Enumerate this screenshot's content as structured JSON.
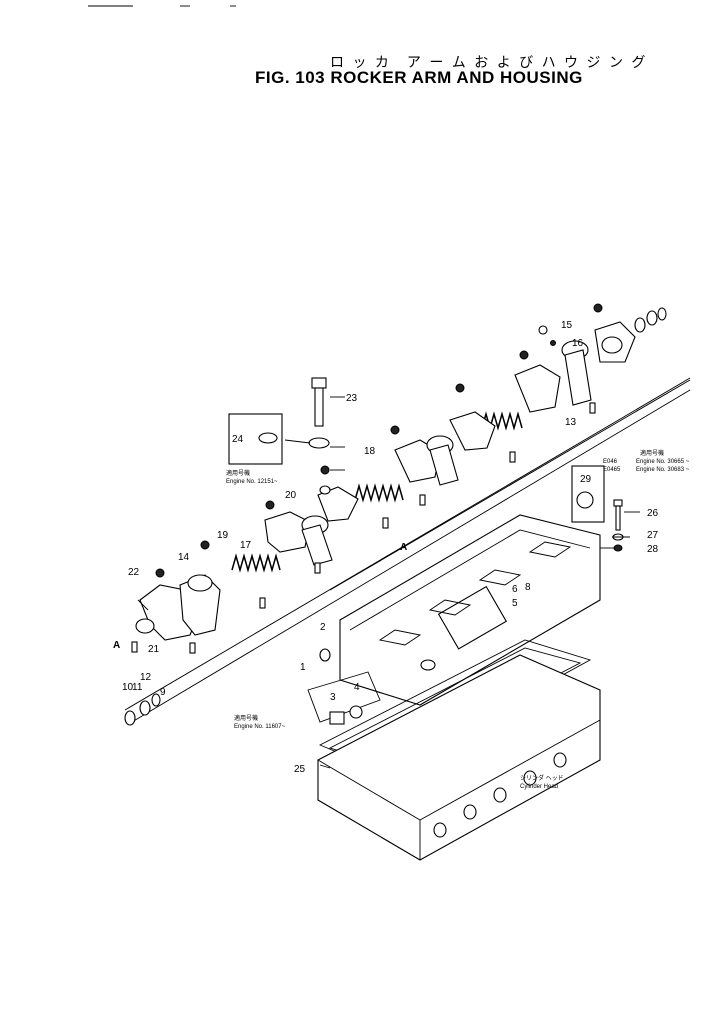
{
  "title": {
    "japanese": "ロ ッ カ　ア ー ム お よ び ハ ウ ジ ン グ",
    "english": "FIG. 103  ROCKER ARM AND HOUSING"
  },
  "callouts": [
    "1",
    "2",
    "3",
    "4",
    "5",
    "6",
    "8",
    "9",
    "10",
    "11",
    "12",
    "13",
    "14",
    "15",
    "16",
    "17",
    "18",
    "19",
    "20",
    "21",
    "22",
    "23",
    "24",
    "25",
    "26",
    "27",
    "28",
    "29"
  ],
  "section_marks": [
    "A",
    "A"
  ],
  "notes": {
    "engine_12151": {
      "jp": "適用号機",
      "text": "Engine No. 12151~"
    },
    "engine_11607": {
      "jp": "適用号機",
      "text": "Engine No. 11607~"
    },
    "applicability": {
      "jp": "適用号機",
      "rows": [
        {
          "model": "E046",
          "text": "Engine No. 30665 ~"
        },
        {
          "model": "E0465",
          "text": "Engine No. 30683 ~"
        }
      ]
    },
    "cylinder_head": {
      "jp": "シリンダ ヘッド",
      "text": "Cylinder Head"
    }
  }
}
